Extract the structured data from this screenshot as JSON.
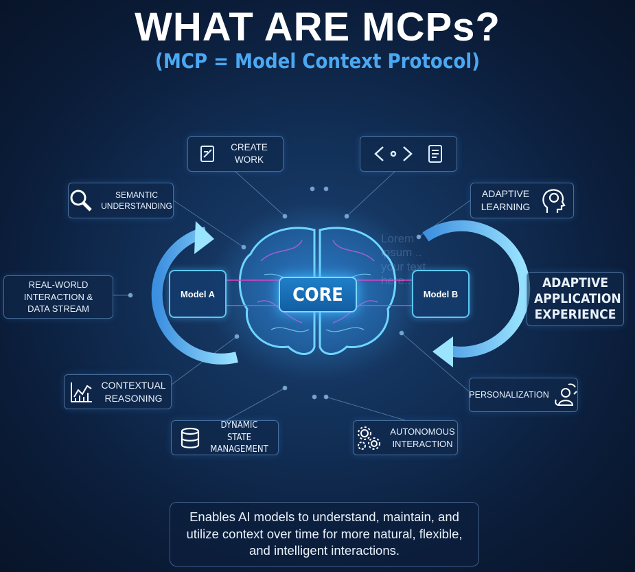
{
  "title": "WHAT ARE MCPs?",
  "subtitle": "(MCP = Model Context Protocol)",
  "watermark_text": "Lorem ipsum .. your text here..",
  "center": {
    "core": "CORE",
    "model_a": "Model A",
    "model_b": "Model B"
  },
  "features": {
    "create_work": "CREATE WORK",
    "semantic": "SEMANTIC UNDERSTANDING",
    "adaptive_learning": "ADAPTIVE LEARNING",
    "real_world": "REAL-WORLD INTERACTION & DATA STREAM",
    "adaptive_app": "ADAPTIVE APPLICATION EXPERIENCE",
    "contextual": "CONTEXTUAL REASONING",
    "personalization": "PERSONALIZATION",
    "dynamic_state": "DYNAMIC STATE MANAGEMENT",
    "autonomous": "AUTONOMOUS INTERACTION"
  },
  "description": "Enables AI models to understand, maintain, and utilize context over time for more natural, flexible, and intelligent interactions.",
  "colors": {
    "accent": "#4ba8f2",
    "core": "#1f7fc8",
    "glow": "#7fd8ff",
    "magenta": "#e040c8"
  }
}
